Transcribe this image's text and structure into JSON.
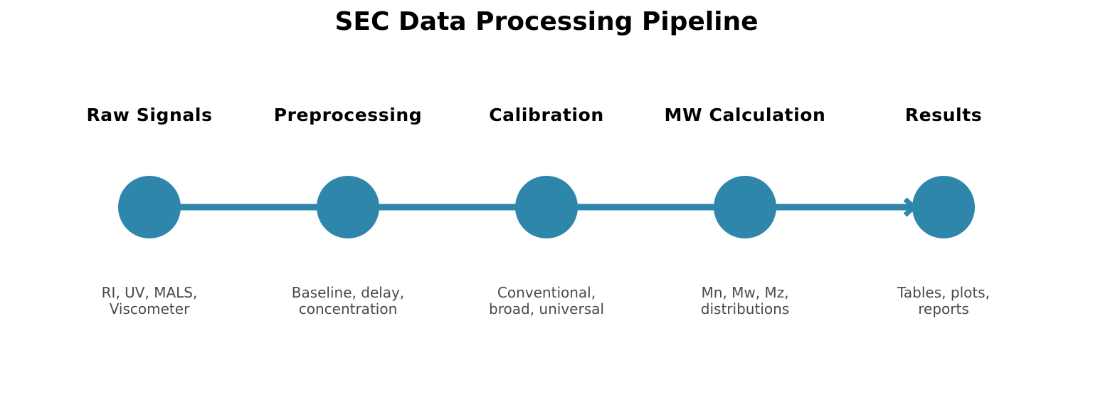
{
  "title": "SEC Data Processing Pipeline",
  "colors": {
    "node": "#2e86ab",
    "connector": "#2e86ab",
    "title": "#000000",
    "label": "#000000",
    "description": "#4a4a4a"
  },
  "stages": [
    {
      "label": "Raw Signals",
      "description": [
        "RI, UV, MALS,",
        "Viscometer"
      ]
    },
    {
      "label": "Preprocessing",
      "description": [
        "Baseline, delay,",
        "concentration"
      ]
    },
    {
      "label": "Calibration",
      "description": [
        "Conventional,",
        "broad, universal"
      ]
    },
    {
      "label": "MW Calculation",
      "description": [
        "Mn, Mw, Mz,",
        "distributions"
      ]
    },
    {
      "label": "Results",
      "description": [
        "Tables, plots,",
        "reports"
      ]
    }
  ]
}
